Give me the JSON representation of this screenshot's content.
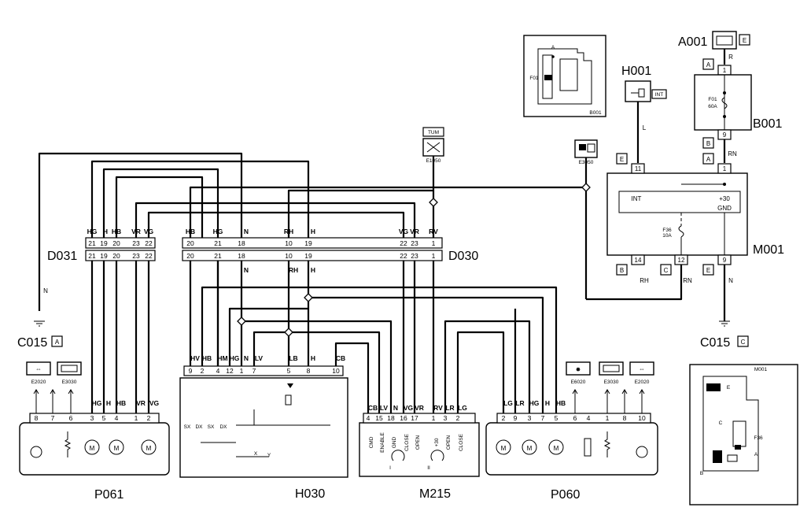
{
  "components": {
    "A001": "A001",
    "A001_tag": "E",
    "H001": "H001",
    "H001_tag": "INT",
    "B001": "B001",
    "B001_inset": "B001",
    "B001_fuse": "F01",
    "B001_fuse_rating": "60A",
    "TUM": "TUM",
    "E1050": "E1050",
    "E3050": "E3050",
    "M001": "M001",
    "M001_int": "INT",
    "M001_plus30": "+30",
    "M001_gnd": "GND",
    "M001_fuse": "F36",
    "M001_fuse_rating": "10A",
    "D031": "D031",
    "D030": "D030",
    "C015_left": "C015",
    "C015_left_tag": "A",
    "C015_right": "C015",
    "C015_right_tag": "C",
    "P061": "P061",
    "H030": "H030",
    "M215": "M215",
    "P060": "P060",
    "E2020_left": "E2020",
    "E3030_left": "E3030",
    "E6020": "E6020",
    "E3030_right": "E3030",
    "E2020_right": "E2020"
  },
  "inset_b001": {
    "label_A": "A",
    "label_F01": "F01",
    "name": "B001"
  },
  "inset_m001": {
    "name": "M001",
    "label_E": "E",
    "label_C": "C",
    "label_F36": "F36",
    "label_A": "A",
    "label_B": "B"
  },
  "wire_colors": {
    "A001_B001": "R",
    "H001_M001": "L",
    "B001_M001": "RN",
    "ground_left": "N",
    "M001_14": "RH",
    "M001_12": "RN",
    "M001_9": "N"
  },
  "connector_tags": {
    "B001_top": "A",
    "B001_bottom": "B",
    "M001_top_left": "E",
    "M001_top_right": "A",
    "M001_bottom_left": "B",
    "M001_bottom_mid": "C",
    "M001_bottom_right": "E"
  },
  "pins": {
    "A001": "1",
    "B001_top": "1",
    "B001_bottom": "9",
    "M001_top_left": "11",
    "M001_top_right": "1",
    "M001_bottom_left": "14",
    "M001_bottom_mid": "12",
    "M001_bottom_right": "9"
  },
  "d031": {
    "colors": [
      "HG",
      "H",
      "HB",
      "VR",
      "VG"
    ],
    "top_pins": [
      "21",
      "19",
      "20",
      "23",
      "22"
    ],
    "bottom_pins": [
      "21",
      "19",
      "20",
      "23",
      "22"
    ]
  },
  "d030": {
    "colors_top": [
      "HB",
      "HG",
      "N",
      "RH",
      "H",
      "VG",
      "VR",
      "RV"
    ],
    "top_pins": [
      "20",
      "21",
      "18",
      "10",
      "19",
      "22",
      "23",
      "1"
    ],
    "bottom_pins": [
      "20",
      "21",
      "18",
      "10",
      "19",
      "22",
      "23",
      "1"
    ],
    "colors_bottom": [
      "N",
      "RH",
      "H"
    ]
  },
  "p061": {
    "pins": [
      "8",
      "7",
      "6",
      "3",
      "5",
      "4",
      "1",
      "2"
    ],
    "colors": [
      "HG",
      "H",
      "HB",
      "VR",
      "VG"
    ]
  },
  "h030": {
    "pins": [
      "9",
      "2",
      "4",
      "12",
      "1",
      "7",
      "5",
      "8",
      "10"
    ],
    "colors": [
      "HV",
      "HB",
      "HM",
      "HG",
      "N",
      "LV",
      "LB",
      "H",
      "CB"
    ],
    "internal": [
      "SX",
      "DX",
      "SX",
      "DX",
      "X",
      "Y"
    ]
  },
  "m215": {
    "pins": [
      "4",
      "15",
      "18",
      "16",
      "17",
      "1",
      "3",
      "2"
    ],
    "colors": [
      "CB",
      "LV",
      "N",
      "VG",
      "VR",
      "RV",
      "LR",
      "LG"
    ],
    "pin_funcs": [
      "CMD",
      "ENABLE",
      "GND",
      "CLOSE",
      "OPEN",
      "+30",
      "OPEN",
      "CLOSE"
    ],
    "roman_left": "I",
    "roman_right": "II"
  },
  "p060": {
    "pins": [
      "2",
      "9",
      "3",
      "7",
      "5",
      "6",
      "4",
      "1",
      "8",
      "10"
    ],
    "colors": [
      "LG",
      "LR",
      "HG",
      "H",
      "HB"
    ]
  }
}
